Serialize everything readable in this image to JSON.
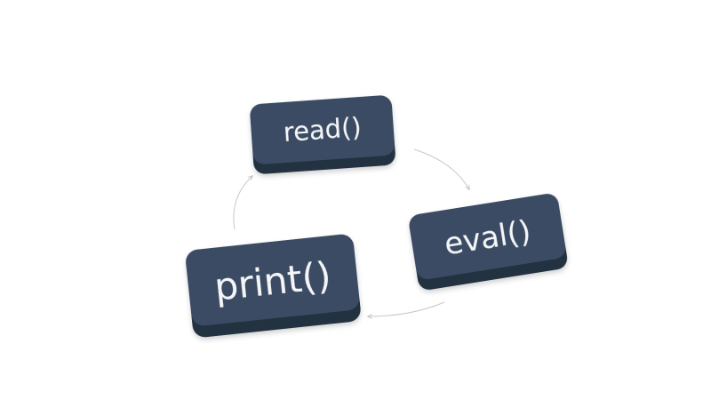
{
  "diagram": {
    "colors": {
      "key_top": "#3b4c64",
      "key_side": "#22303f",
      "label": "#f4f6f8",
      "arrow": "#c8c8c8"
    },
    "nodes": [
      {
        "id": "read",
        "label": "read()"
      },
      {
        "id": "eval",
        "label": "eval()"
      },
      {
        "id": "print",
        "label": "print()"
      }
    ],
    "edges": [
      {
        "from": "read",
        "to": "eval"
      },
      {
        "from": "eval",
        "to": "print"
      },
      {
        "from": "print",
        "to": "read"
      }
    ]
  }
}
